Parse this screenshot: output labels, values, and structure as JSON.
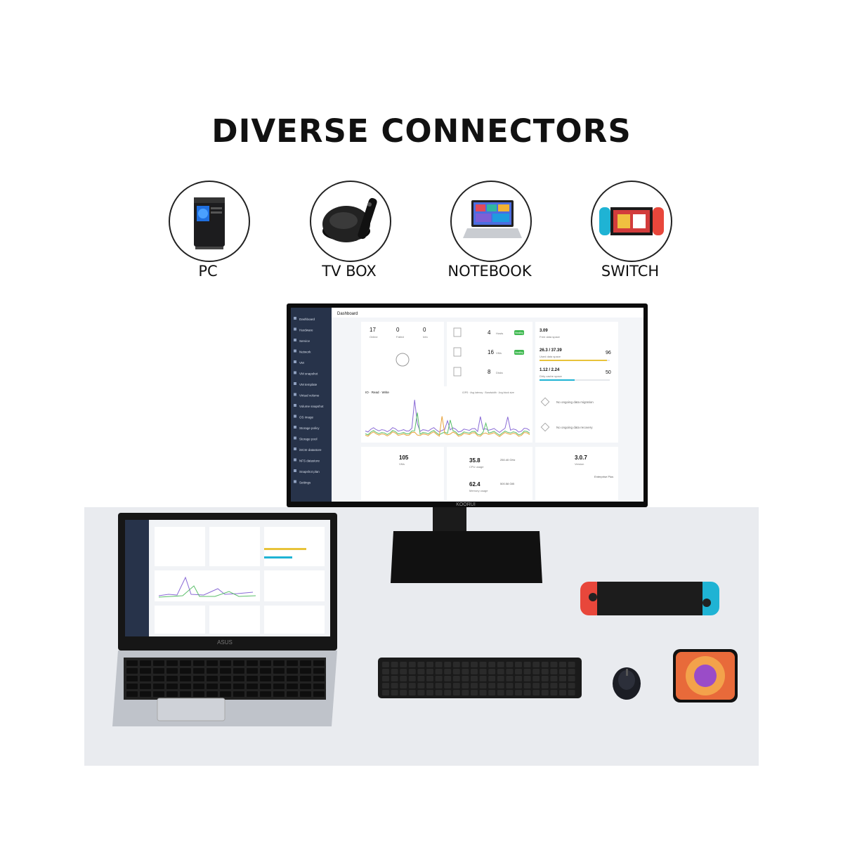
{
  "headline": "DIVERSE CONNECTORS",
  "devices": [
    {
      "label": "PC",
      "icon": "pc-tower-icon"
    },
    {
      "label": "TV BOX",
      "icon": "tv-box-icon"
    },
    {
      "label": "NOTEBOOK",
      "icon": "notebook-icon"
    },
    {
      "label": "SWITCH",
      "icon": "game-console-icon"
    }
  ],
  "monitor": {
    "brand": "KOORUI",
    "header": "Dashboard",
    "sidebar": [
      "Dashboard",
      "Hardware",
      "Service",
      "Network",
      "VM",
      "VM snapshot",
      "VM template",
      "Virtual volume",
      "Volume snapshot",
      "OS image",
      "Storage policy",
      "Storage pool",
      "iSCSI datastore",
      "NFS datastore",
      "Snapshot plan",
      "Settings"
    ],
    "stats": [
      {
        "value": "17",
        "label": "Online"
      },
      {
        "value": "0",
        "label": "Failed"
      },
      {
        "value": "0",
        "label": "Info"
      }
    ],
    "counts": [
      {
        "value": "4",
        "label": "Hosts",
        "status": "Healthy"
      },
      {
        "value": "16",
        "label": "VMs",
        "status": "Healthy"
      },
      {
        "value": "8",
        "label": "Disks"
      }
    ],
    "usage": [
      {
        "value": "3.09",
        "label": "Free data space",
        "pct": ""
      },
      {
        "value": "26.3 / 37.39",
        "label": "Used data space",
        "pct": "96"
      },
      {
        "value": "1.12 / 2.24",
        "label": "Dirty cache space",
        "pct": "50"
      }
    ],
    "chart_tabs": "IO · Read · Write",
    "chart_legend": "IOPS · Avg latency · Bandwidth · Avg block size",
    "alerts": [
      "No ongoing data migration",
      "No ongoing data recovery"
    ],
    "bottom": [
      {
        "value": "105",
        "label": "VMs"
      },
      {
        "value": "35.8",
        "label": "CPU usage"
      },
      {
        "value": "62.4",
        "label": "Memory usage"
      },
      {
        "value": "3.0.7",
        "label": "Version"
      }
    ],
    "bottom_extra": [
      "250.40 GHz",
      "500.58 GiB",
      "Enterprise Plus"
    ]
  },
  "laptop": {
    "brand": "ASUS"
  },
  "colors": {
    "sidebar": "#27334a",
    "accent_green": "#3fb950",
    "chart_purple": "#8a6bd6",
    "chart_green": "#5bbf6a",
    "chart_orange": "#e8a23a",
    "switch_red": "#e8473b",
    "switch_blue": "#1fb3d4"
  }
}
